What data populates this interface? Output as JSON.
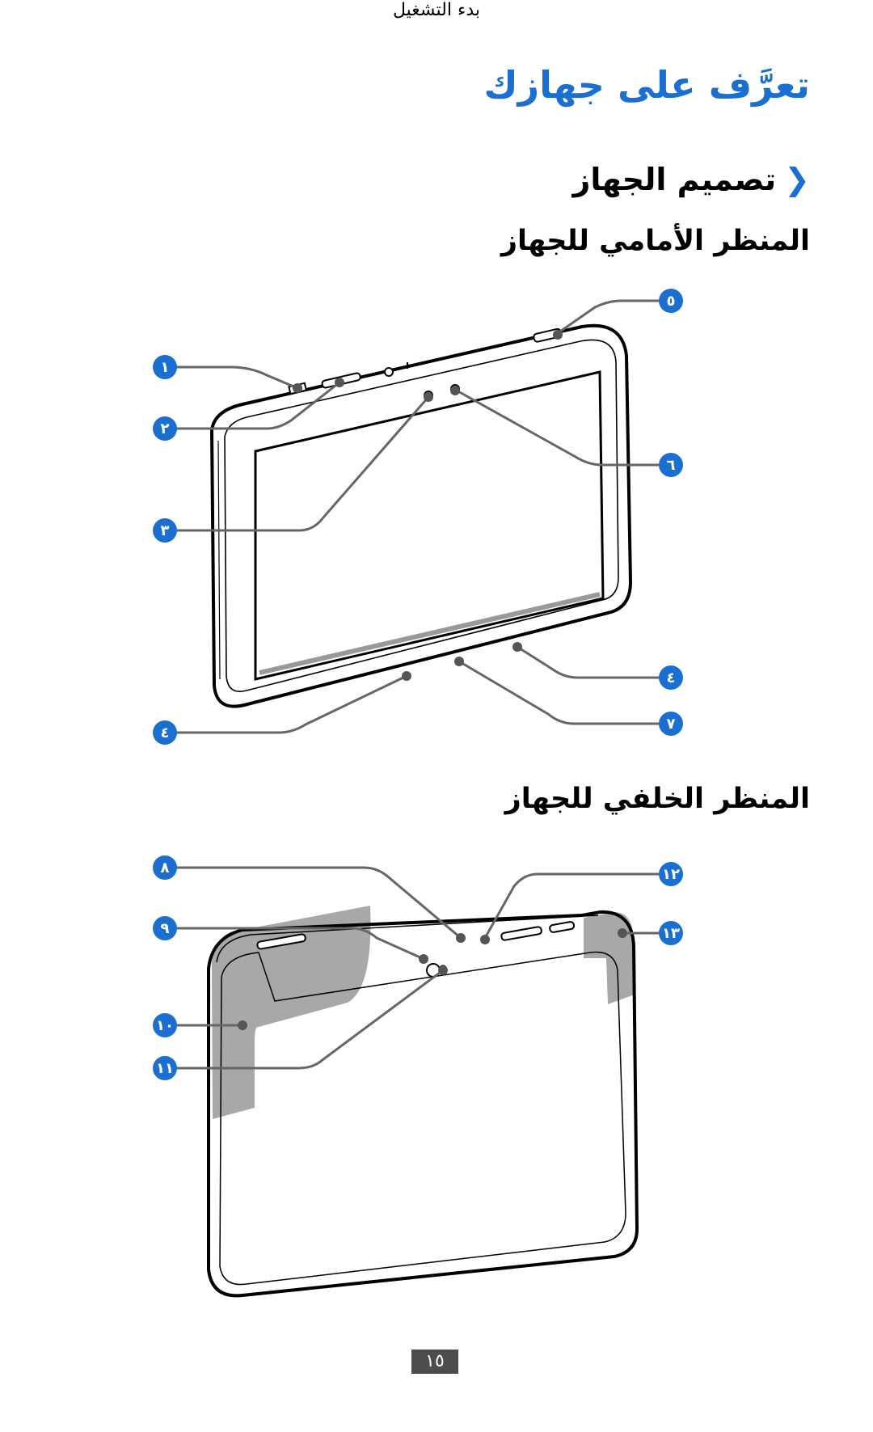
{
  "header": {
    "title": "تعرَّف على جهازك",
    "section_title": "تصميم الجهاز",
    "section_chevron": "❮"
  },
  "front_view": {
    "heading": "المنظر الأمامي للجهاز",
    "callouts": [
      "١",
      "٢",
      "٣",
      "٤",
      "٥",
      "٦",
      "٤",
      "٧"
    ]
  },
  "back_view": {
    "heading": "المنظر الخلفي للجهاز",
    "callouts": [
      "٨",
      "٩",
      "١٠",
      "١١",
      "١٢",
      "١٣"
    ]
  },
  "footer": {
    "section": "بدء التشغيل",
    "page_number": "١٥"
  },
  "colors": {
    "accent": "#1a6fd1",
    "callout_line": "#666666",
    "shade": "#a8a8a8"
  }
}
